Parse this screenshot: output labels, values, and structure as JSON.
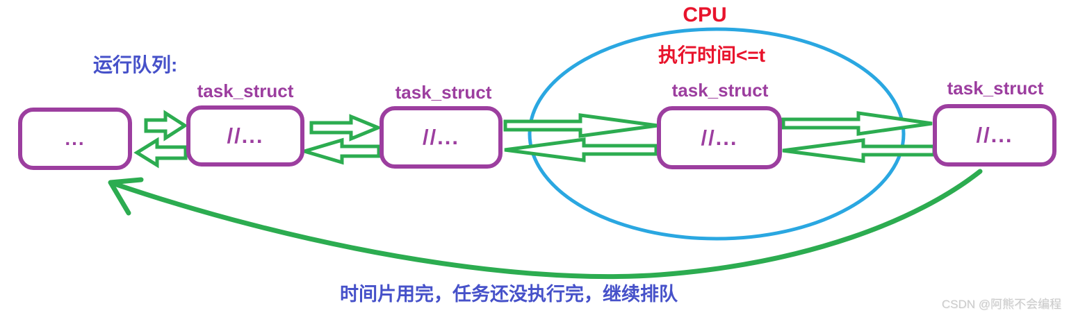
{
  "diagram": {
    "queue_label": "运行队列:",
    "cpu": {
      "label": "CPU",
      "condition": "执行时间<=t"
    },
    "nodes": [
      {
        "label": "",
        "content": "..."
      },
      {
        "label": "task_struct",
        "content": "//..."
      },
      {
        "label": "task_struct",
        "content": "//..."
      },
      {
        "label": "task_struct",
        "content": "//..."
      },
      {
        "label": "task_struct",
        "content": "//..."
      }
    ],
    "bottom_caption": "时间片用完，任务还没执行完，继续排队",
    "watermark": "CSDN @阿熊不会编程",
    "colors": {
      "node_purple": "#9C3E9F",
      "arrow_green": "#2CAC50",
      "ellipse_blue": "#2AA7E1",
      "cpu_red": "#E8142C",
      "caption_indigo": "#4651C9",
      "watermark_gray": "#CBCBCB"
    }
  }
}
